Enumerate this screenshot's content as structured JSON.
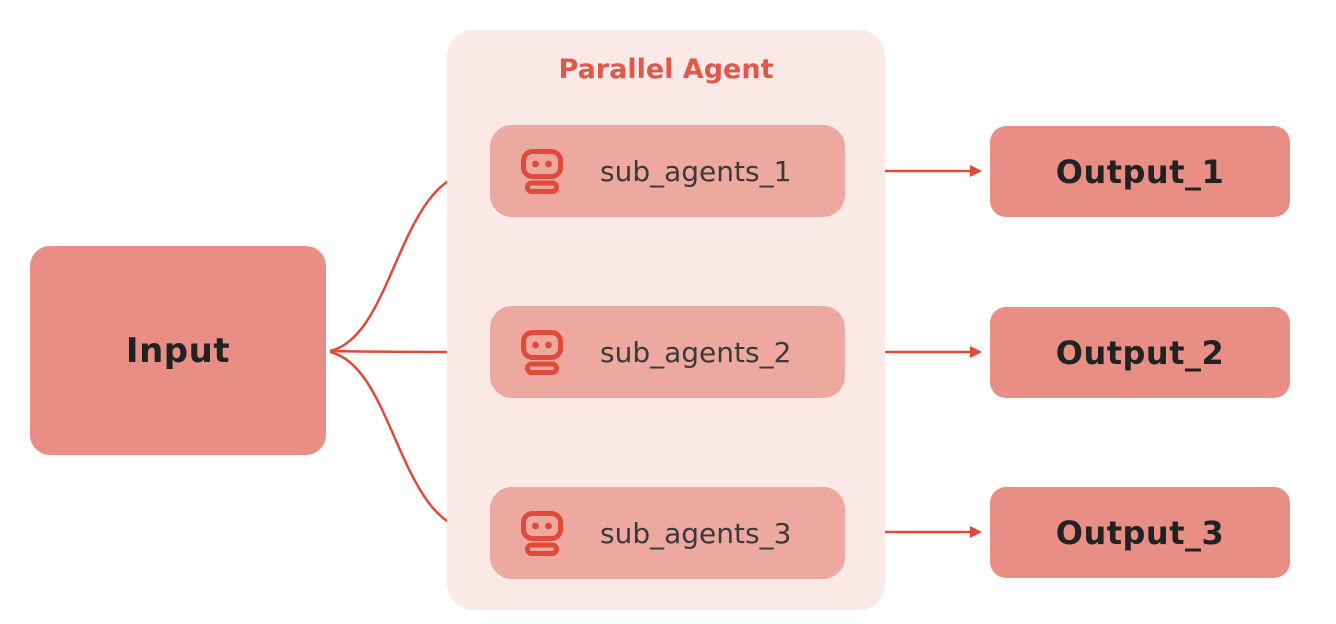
{
  "colors": {
    "accent": "#e04a38",
    "box-strong": "#e98e84",
    "box-soft": "#eda89f",
    "container": "#fae9e7",
    "title": "#e15749",
    "text-dark": "#222222",
    "text-mid": "#3a3a3a"
  },
  "nodes": {
    "input": {
      "label": "Input"
    },
    "parallel_agent": {
      "title": "Parallel Agent"
    },
    "sub_agents": [
      {
        "label": "sub_agents_1",
        "icon": "robot-icon"
      },
      {
        "label": "sub_agents_2",
        "icon": "robot-icon"
      },
      {
        "label": "sub_agents_3",
        "icon": "robot-icon"
      }
    ],
    "outputs": [
      {
        "label": "Output_1"
      },
      {
        "label": "Output_2"
      },
      {
        "label": "Output_3"
      }
    ]
  },
  "edges": [
    {
      "from": "Input",
      "to": "sub_agents_1"
    },
    {
      "from": "Input",
      "to": "sub_agents_2"
    },
    {
      "from": "Input",
      "to": "sub_agents_3"
    },
    {
      "from": "sub_agents_1",
      "to": "Output_1"
    },
    {
      "from": "sub_agents_2",
      "to": "Output_2"
    },
    {
      "from": "sub_agents_3",
      "to": "Output_3"
    }
  ]
}
